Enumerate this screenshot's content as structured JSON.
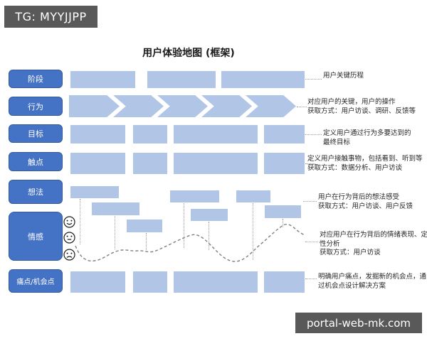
{
  "watermarks": {
    "top": "TG: MYYJJPP",
    "bottom": "portal-web-mk.com"
  },
  "title": "用户体验地图 (框架)",
  "rows": [
    {
      "label": "阶段",
      "annotation": [
        "用户关键历程"
      ]
    },
    {
      "label": "行为",
      "annotation": [
        "对应用户的关键，用户的操作",
        "获取方式：用户访谈、调研、反馈等"
      ]
    },
    {
      "label": "目标",
      "annotation": [
        "定义用户通过行为多要达到的",
        "最终目标"
      ]
    },
    {
      "label": "触点",
      "annotation": [
        "定义用户接触事物，包括看到、听到等",
        "获取方式：数据分析、用户访谈"
      ]
    },
    {
      "label": "想法",
      "annotation": [
        "用户在行为背后的想法感受",
        "获取方式：用户访谈、用户反馈"
      ]
    },
    {
      "label": "情感",
      "annotation": [
        "对应用户在行为背后的情绪表现、定性分析",
        "获取方式：用户访谈"
      ]
    },
    {
      "label": "痛点/机会点",
      "annotation": [
        "明确用户痛点，发掘新的机会点，通过机会点设计解决方案"
      ]
    }
  ],
  "emotion_scale_icons": [
    "happy-face",
    "neutral-face",
    "sad-face"
  ],
  "colors": {
    "label_blue": "#4472C4",
    "placeholder_blue": "#B1C5E7",
    "watermark_bg": "#595959",
    "curve_gray": "#808080",
    "connector_gray": "#9a9a9a"
  }
}
